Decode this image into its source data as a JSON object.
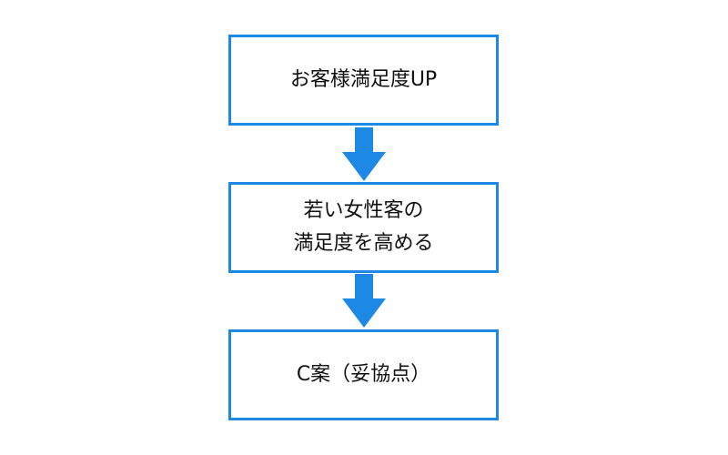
{
  "diagram": {
    "type": "vertical-flowchart",
    "colors": {
      "box_border": "#1e88e5",
      "arrow": "#1e88e5",
      "text": "#111111",
      "background": "#ffffff"
    },
    "steps": [
      {
        "label": "お客様満足度UP"
      },
      {
        "label": "若い女性客の\n満足度を高める"
      },
      {
        "label": "C案（妥協点）"
      }
    ],
    "connectors": [
      {
        "from": 0,
        "to": 1,
        "icon": "down-arrow"
      },
      {
        "from": 1,
        "to": 2,
        "icon": "down-arrow"
      }
    ]
  }
}
